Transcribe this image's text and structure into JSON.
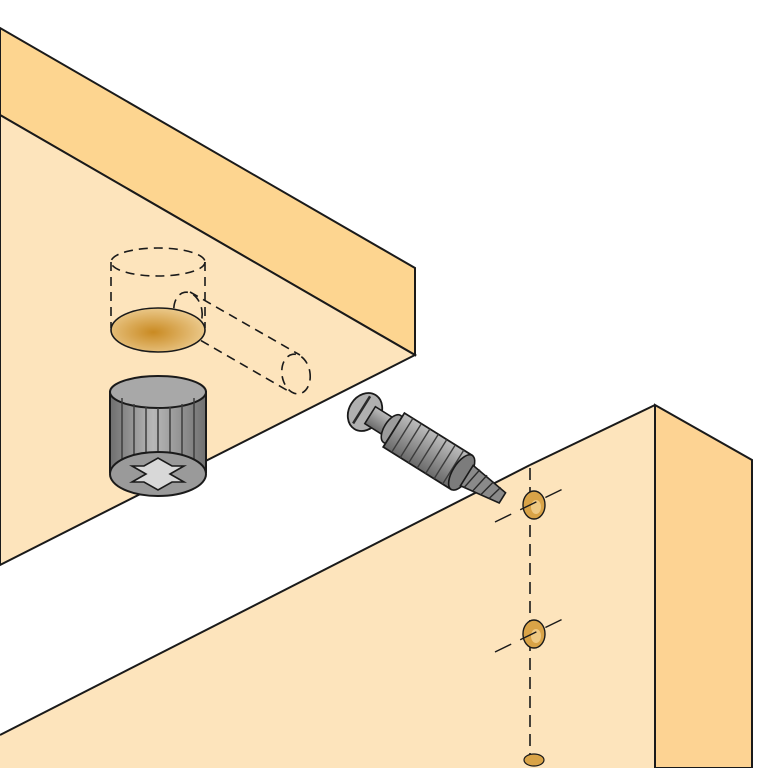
{
  "diagram": {
    "subject": "cam-lock-connector-assembly",
    "colors": {
      "panel_face": "#fde4bc",
      "panel_edge": "#fdd590",
      "panel_side": "#fdd393",
      "outline": "#1a1a1a",
      "hardware_light": "#a9a9a9",
      "hardware_mid": "#8c8c8c",
      "hardware_dark": "#606060",
      "drill_hole_fill": "#d9a347",
      "background": "#ffffff"
    },
    "icons": [
      "cross-slot-icon",
      "screwdriver-slot-icon"
    ],
    "parts": [
      "top-shelf-panel",
      "side-panel",
      "cam-fitting",
      "connecting-bolt",
      "bolt-bore-hole",
      "drilled-pilot-holes"
    ]
  }
}
